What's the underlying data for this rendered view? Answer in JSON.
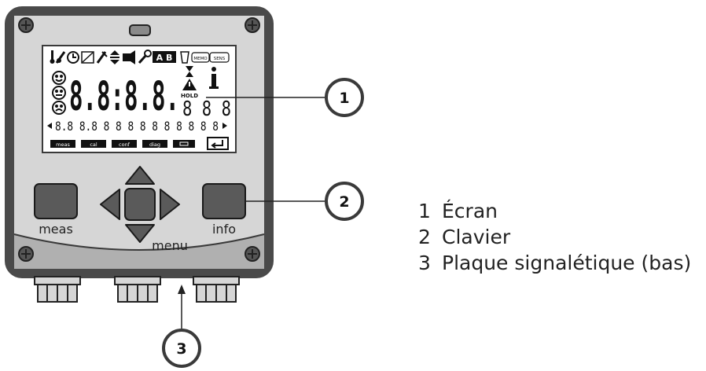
{
  "device": {
    "display": {
      "main_value": "8.8:8.8.",
      "small_value": "8 8 8",
      "text_line": "8.8 8.8 8 8 8 8 8 8 8 8 8 8",
      "hold_label": "HOLD",
      "ab_label": "A B",
      "memo_label": "MEMO",
      "sens_label": "SENS",
      "soft_keys": [
        "meas",
        "cal",
        "conf",
        "diag",
        ""
      ]
    },
    "keys": {
      "meas_label": "meas",
      "info_label": "info",
      "menu_label": "menu"
    }
  },
  "callouts": [
    "1",
    "2",
    "3"
  ],
  "legend": [
    {
      "num": "1",
      "text": "Écran"
    },
    {
      "num": "2",
      "text": "Clavier"
    },
    {
      "num": "3",
      "text": "Plaque signalétique (bas)"
    }
  ]
}
